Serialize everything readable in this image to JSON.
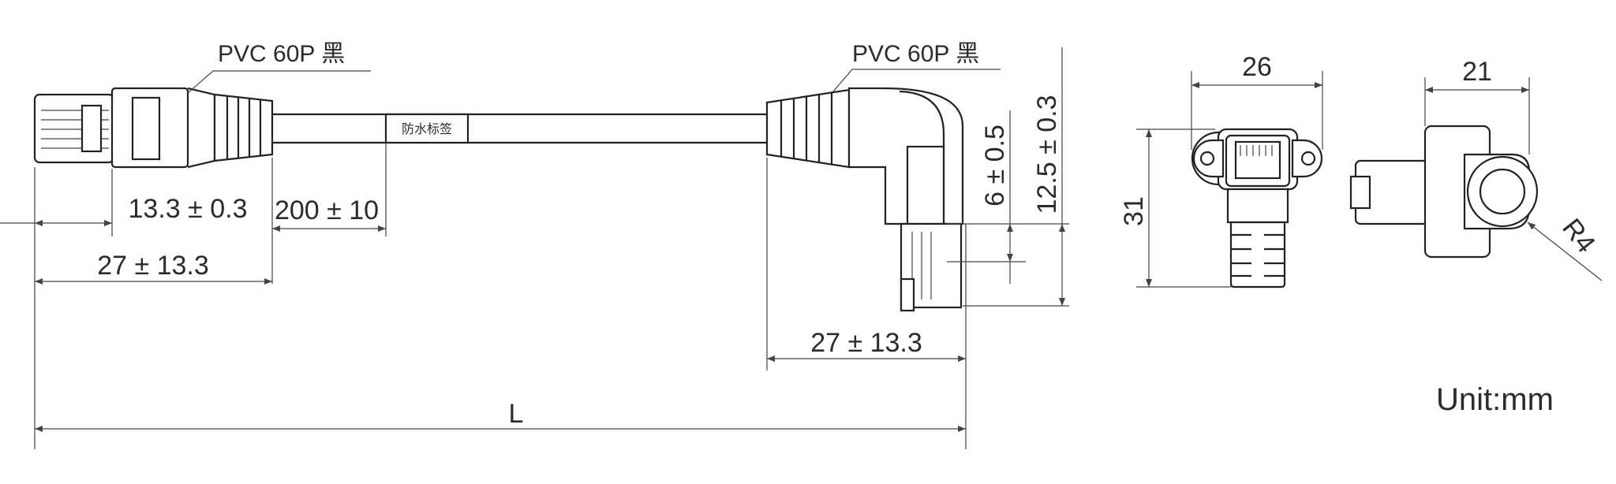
{
  "callouts": {
    "left_cable": "PVC 60P 黑",
    "right_cable": "PVC 60P 黑",
    "label_tag": "防水标签"
  },
  "dimensions": {
    "left_boot": "13.3 ± 0.3",
    "cable_segment": "200 ± 10",
    "left_plug": "27 ± 13.3",
    "right_plug": "27 ± 13.3",
    "right_offset": "6 ± 0.5",
    "right_height": "12.5 ± 0.3",
    "overall_length": "L",
    "front_width": "26",
    "front_height": "31",
    "side_width": "21",
    "radius": "R4"
  },
  "units": "Unit:mm"
}
